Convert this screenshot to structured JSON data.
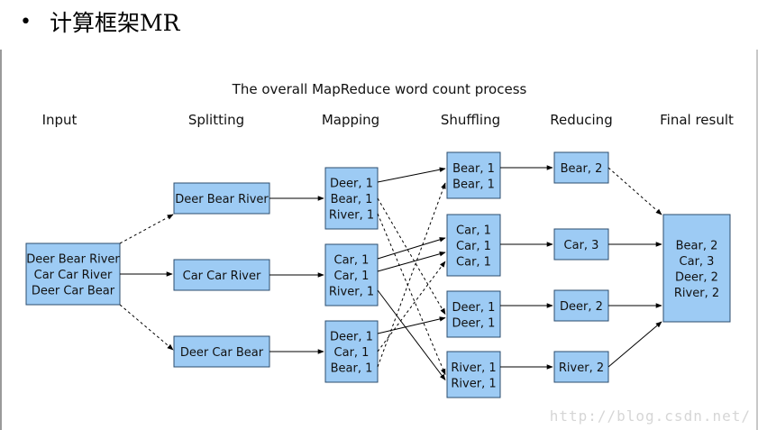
{
  "slide": {
    "bullet": "•",
    "title": "计算框架MR"
  },
  "watermark": "http://blog.csdn.net/",
  "diagram": {
    "title": "The overall MapReduce word count process",
    "stages": [
      "Input",
      "Splitting",
      "Mapping",
      "Shuffling",
      "Reducing",
      "Final result"
    ],
    "input": [
      "Deer Bear River",
      "Car Car River",
      "Deer Car Bear"
    ],
    "splits": [
      "Deer Bear River",
      "Car Car River",
      "Deer Car Bear"
    ],
    "mapping": [
      [
        "Deer, 1",
        "Bear, 1",
        "River, 1"
      ],
      [
        "Car, 1",
        "Car, 1",
        "River, 1"
      ],
      [
        "Deer, 1",
        "Car, 1",
        "Bear, 1"
      ]
    ],
    "shuffling": [
      [
        "Bear, 1",
        "Bear, 1"
      ],
      [
        "Car, 1",
        "Car, 1",
        "Car, 1"
      ],
      [
        "Deer, 1",
        "Deer, 1"
      ],
      [
        "River, 1",
        "River, 1"
      ]
    ],
    "reducing": [
      "Bear, 2",
      "Car, 3",
      "Deer, 2",
      "River, 2"
    ],
    "final": [
      "Bear, 2",
      "Car, 3",
      "Deer, 2",
      "River, 2"
    ]
  }
}
